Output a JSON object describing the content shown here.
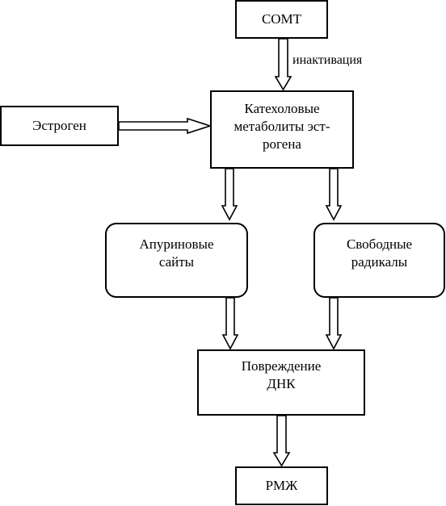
{
  "nodes": {
    "comt": {
      "label": "СОМТ"
    },
    "estrogen": {
      "label": "Эстроген"
    },
    "catechol": {
      "label": "Катехоловые\nметаболиты эст-\nрогена"
    },
    "apurinic": {
      "label": "Апуриновые\nсайты"
    },
    "radicals": {
      "label": "Свободные\nрадикалы"
    },
    "dna_damage": {
      "label": "Повреждение\nДНК"
    },
    "rmzh": {
      "label": "РМЖ"
    }
  },
  "edges": [
    {
      "from": "comt",
      "to": "catechol",
      "label": "инактивация"
    },
    {
      "from": "estrogen",
      "to": "catechol",
      "label": ""
    },
    {
      "from": "catechol",
      "to": "apurinic",
      "label": ""
    },
    {
      "from": "catechol",
      "to": "radicals",
      "label": ""
    },
    {
      "from": "apurinic",
      "to": "dna_damage",
      "label": ""
    },
    {
      "from": "radicals",
      "to": "dna_damage",
      "label": ""
    },
    {
      "from": "dna_damage",
      "to": "rmzh",
      "label": ""
    }
  ],
  "colors": {
    "stroke": "#000000",
    "fill": "#ffffff"
  }
}
